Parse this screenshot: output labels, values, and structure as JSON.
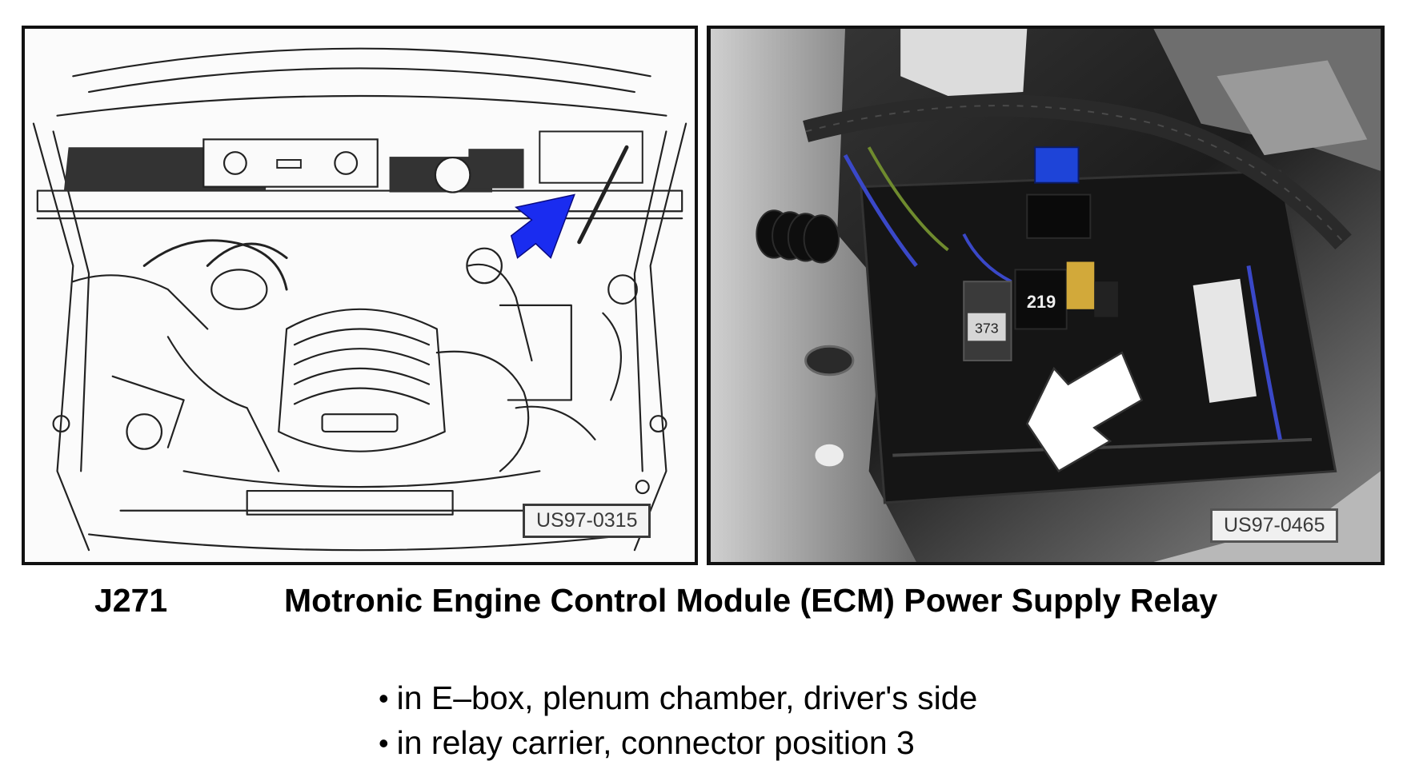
{
  "figures": {
    "left": {
      "ref_id": "US97-0315",
      "arrow_color": "#1a2cf0"
    },
    "right": {
      "ref_id": "US97-0465",
      "relay_labels": [
        "373",
        "219"
      ]
    }
  },
  "caption": {
    "code": "J271",
    "title": "Motronic Engine Control Module (ECM) Power Supply Relay"
  },
  "bullets": [
    {
      "marker": "•",
      "text": "in E–box, plenum chamber, driver's side"
    },
    {
      "marker": "•",
      "text": "in relay carrier, connector position 3"
    }
  ]
}
